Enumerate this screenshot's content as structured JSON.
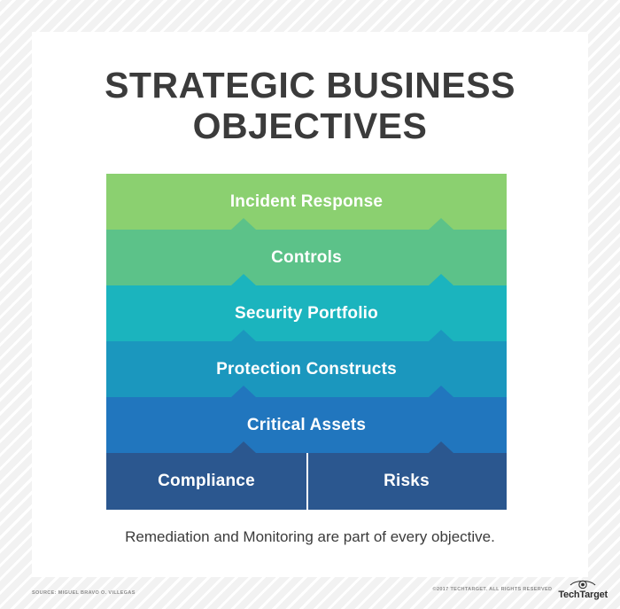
{
  "card": {
    "title": "STRATEGIC BUSINESS OBJECTIVES",
    "caption": "Remediation and Monitoring are part of every objective."
  },
  "pyramid": {
    "layers": [
      {
        "label": "Incident Response",
        "color": "#8BD070"
      },
      {
        "label": "Controls",
        "color": "#5CC289"
      },
      {
        "label": "Security Portfolio",
        "color": "#1BB4BE"
      },
      {
        "label": "Protection Constructs",
        "color": "#1B97BE"
      },
      {
        "label": "Critical Assets",
        "color": "#2176BE"
      }
    ],
    "base": {
      "color": "#2B578F",
      "left_label": "Compliance",
      "right_label": "Risks"
    }
  },
  "footer": {
    "source": "SOURCE: MIGUEL BRAVO O. VILLEGAS",
    "copyright": "©2017 TECHTARGET. ALL RIGHTS RESERVED",
    "logo_text": "TechTarget",
    "logo_icon": "eye-icon"
  }
}
